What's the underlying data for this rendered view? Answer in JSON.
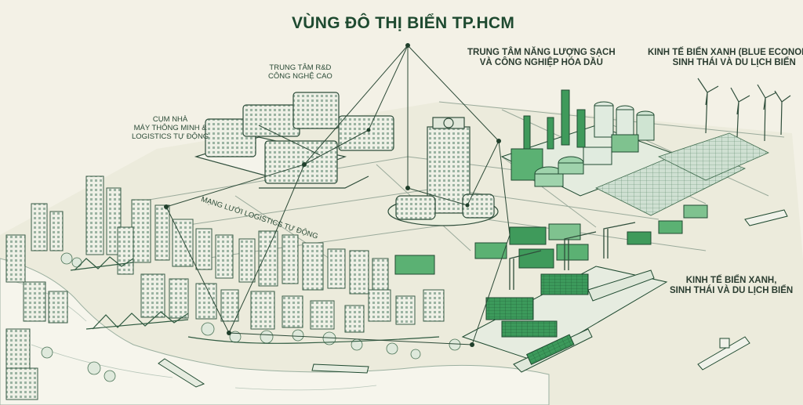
{
  "title": "VÙNG ĐÔ THỊ BIỂN TP.HCM",
  "labels": {
    "rnd": [
      "TRUNG TÂM R&D",
      "CÔNG NGHỆ CAO"
    ],
    "factory": [
      "CỤM NHÀ",
      "MÁY THÔNG MINH &",
      "LOGISTICS TỰ ĐỘNG"
    ],
    "logistics_network": "MẠNG LƯỚI LOGISTICS TỰ ĐỘNG",
    "energy": [
      "TRUNG TÂM NĂNG LƯỢNG SẠCH",
      "VÀ CÔNG NGHIỆP HÓA DẦU"
    ],
    "blue_economy": [
      "KINH TẾ BIỂN XANH (BLUE ECONOMY),",
      "SINH THÁI VÀ DU LỊCH BIỂN"
    ],
    "green_economy": [
      "KINH TẾ BIỂN XANH,",
      "SINH THÁI VÀ DU LỊCH BIỂN"
    ]
  },
  "colors": {
    "background": "#f3f1e6",
    "ink": "#2f5a40",
    "accent_green": "#2f8f4e",
    "light_green": "#7fc28f",
    "title": "#1e4a30"
  },
  "icons": [
    "wind-turbine-icon",
    "ship-icon",
    "crane-icon",
    "bridge-icon",
    "helipad-icon",
    "factory-chimney-icon"
  ]
}
